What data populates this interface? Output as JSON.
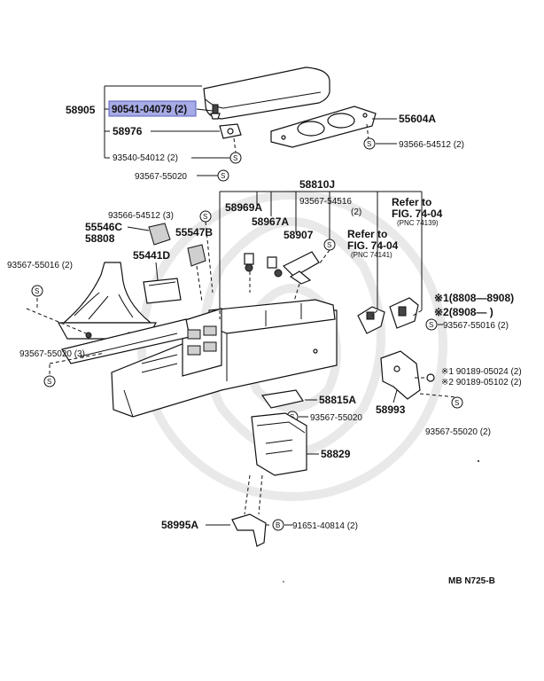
{
  "highlight_color": "#a7abe6",
  "labels": {
    "p58905": "58905",
    "p90541": "90541-04079 (2)",
    "p58976": "58976",
    "p93540": "93540-54012 (2)",
    "p55604A": "55604A",
    "p93566_top": "93566-54512 (2)",
    "p93567_55020_top": "93567-55020",
    "p58810J": "58810J",
    "p58969A": "58969A",
    "p93567_54516": "93567-54516",
    "p93567_54516_qty": "(2)",
    "p58967A": "58967A",
    "p58907": "58907",
    "p93566_mid": "93566-54512 (3)",
    "p55546C": "55546C",
    "p55547B": "55547B",
    "p58808": "58808",
    "p55441D": "55441D",
    "p93567_55016_left": "93567-55016 (2)",
    "p93567_55020_left": "93567-55020 (3)",
    "ref1": "Refer to",
    "ref1_fig": "FIG. 74-04",
    "ref1_pnc": "(PNC 74139)",
    "ref2": "Refer to",
    "ref2_fig": "FIG. 74-04",
    "ref2_pnc": "(PNC 74141)",
    "note1": "※1(8808—8908)",
    "note2": "※2(8908—      )",
    "p93567_55016_right": "93567-55016 (2)",
    "p90189_1": "※1 90189-05024 (2)",
    "p90189_2": "※2 90189-05102 (2)",
    "p58993": "58993",
    "p93567_55020_right": "93567-55020 (2)",
    "p58815A": "58815A",
    "p93567_55020_mid": "93567-55020",
    "p58829": "58829",
    "p58995A": "58995A",
    "p91651": "91651-40814 (2)",
    "footer": "MB  N725-B"
  },
  "icons": {
    "screw_symbol": "S",
    "bolt_symbol": "B"
  }
}
